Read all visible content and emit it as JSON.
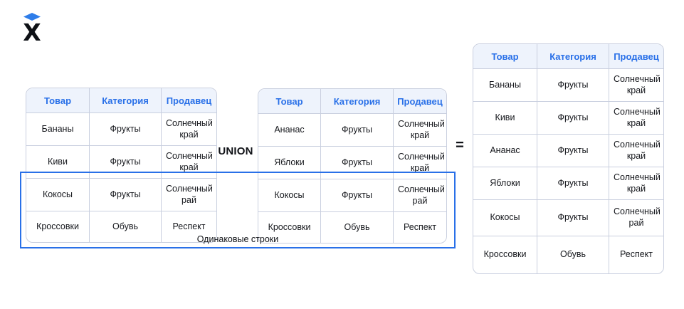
{
  "logo": {
    "letter": "X",
    "cap_color": "#2E7DE9"
  },
  "operators": {
    "union": "UNION",
    "equals": "="
  },
  "annotation": {
    "identical_rows": "Одинаковые строки"
  },
  "colors": {
    "header_text": "#2970E8",
    "header_bg": "#EEF3FC",
    "table_border": "#C9CFDF",
    "highlight_border": "#2970E8",
    "body_text": "#16181D"
  },
  "tables": [
    {
      "name": "left-source-table",
      "headers": [
        "Товар",
        "Категория",
        "Продавец"
      ],
      "rows": [
        [
          "Бананы",
          "Фрукты",
          "Солнечный край"
        ],
        [
          "Киви",
          "Фрукты",
          "Солнечный край"
        ],
        [
          "Кокосы",
          "Фрукты",
          "Солнечный рай"
        ],
        [
          "Кроссовки",
          "Обувь",
          "Респект"
        ]
      ]
    },
    {
      "name": "right-source-table",
      "headers": [
        "Товар",
        "Категория",
        "Продавец"
      ],
      "rows": [
        [
          "Ананас",
          "Фрукты",
          "Солнечный край"
        ],
        [
          "Яблоки",
          "Фрукты",
          "Солнечный край"
        ],
        [
          "Кокосы",
          "Фрукты",
          "Солнечный рай"
        ],
        [
          "Кроссовки",
          "Обувь",
          "Респект"
        ]
      ]
    },
    {
      "name": "union-result-table",
      "headers": [
        "Товар",
        "Категория",
        "Продавец"
      ],
      "rows": [
        [
          "Бананы",
          "Фрукты",
          "Солнечный край"
        ],
        [
          "Киви",
          "Фрукты",
          "Солнечный край"
        ],
        [
          "Ананас",
          "Фрукты",
          "Солнечный край"
        ],
        [
          "Яблоки",
          "Фрукты",
          "Солнечный край"
        ],
        [
          "Кокосы",
          "Фрукты",
          "Солнечный рай"
        ],
        [
          "Кроссовки",
          "Обувь",
          "Респект"
        ]
      ]
    }
  ]
}
